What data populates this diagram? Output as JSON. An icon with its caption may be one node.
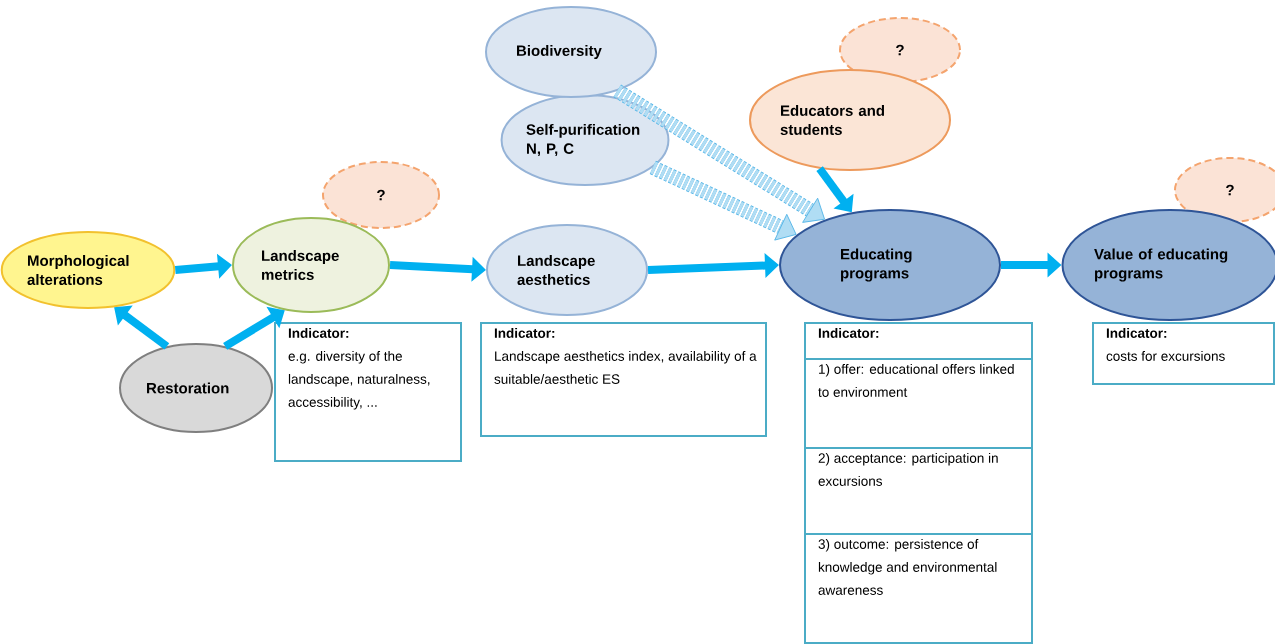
{
  "diagram": {
    "nodes": [
      {
        "text": [
          "Morphological alterations"
        ]
      },
      {
        "text": [
          "Landscape metrics"
        ]
      },
      {
        "text": [
          "?"
        ]
      },
      {
        "text": [
          "Restoration"
        ]
      },
      {
        "text": [
          "Indicator:",
          "e.g. diversity of the landscape, naturalness, accessibility, ..."
        ]
      },
      {
        "text": [
          "Biodiversity"
        ]
      },
      {
        "text": [
          "Self-purification N, P, C"
        ]
      },
      {
        "text": [
          "Landscape aesthetics"
        ]
      },
      {
        "text": [
          "Indicator:",
          "Landscape aesthetics index, availability of a suitable/aesthetic ES"
        ]
      },
      {
        "text": [
          "?"
        ]
      },
      {
        "text": [
          "Educators and students"
        ]
      },
      {
        "text": [
          "Educating programs"
        ]
      },
      {
        "text": [
          "Indicator:"
        ]
      },
      {
        "text": [
          "1) offer: educational offers linked to environment"
        ]
      },
      {
        "text": [
          "2) acceptance: participation in excursions"
        ]
      },
      {
        "text": [
          "3) outcome: persistence of knowledge and environmental awareness"
        ]
      },
      {
        "text": [
          "?"
        ]
      },
      {
        "text": [
          "Value of educating programs"
        ]
      },
      {
        "text": [
          "Indicator:",
          "costs for excursions"
        ]
      }
    ],
    "edges": [
      {
        "from": 0,
        "to": 1,
        "arrow": "to"
      },
      {
        "from": 3,
        "to": 0,
        "arrow": "to"
      },
      {
        "from": 3,
        "to": 1,
        "arrow": "to"
      },
      {
        "from": 1,
        "to": 7,
        "arrow": "to"
      },
      {
        "from": 7,
        "to": 11,
        "arrow": "to"
      },
      {
        "from": 5,
        "to": 11,
        "arrow": "to",
        "style": "dashed",
        "color": "#4fb3e6"
      },
      {
        "from": 6,
        "to": 11,
        "arrow": "to",
        "style": "dashed",
        "color": "#4fb3e6"
      },
      {
        "from": 10,
        "to": 11,
        "arrow": "to"
      },
      {
        "from": 11,
        "to": 17,
        "arrow": "to"
      }
    ]
  }
}
